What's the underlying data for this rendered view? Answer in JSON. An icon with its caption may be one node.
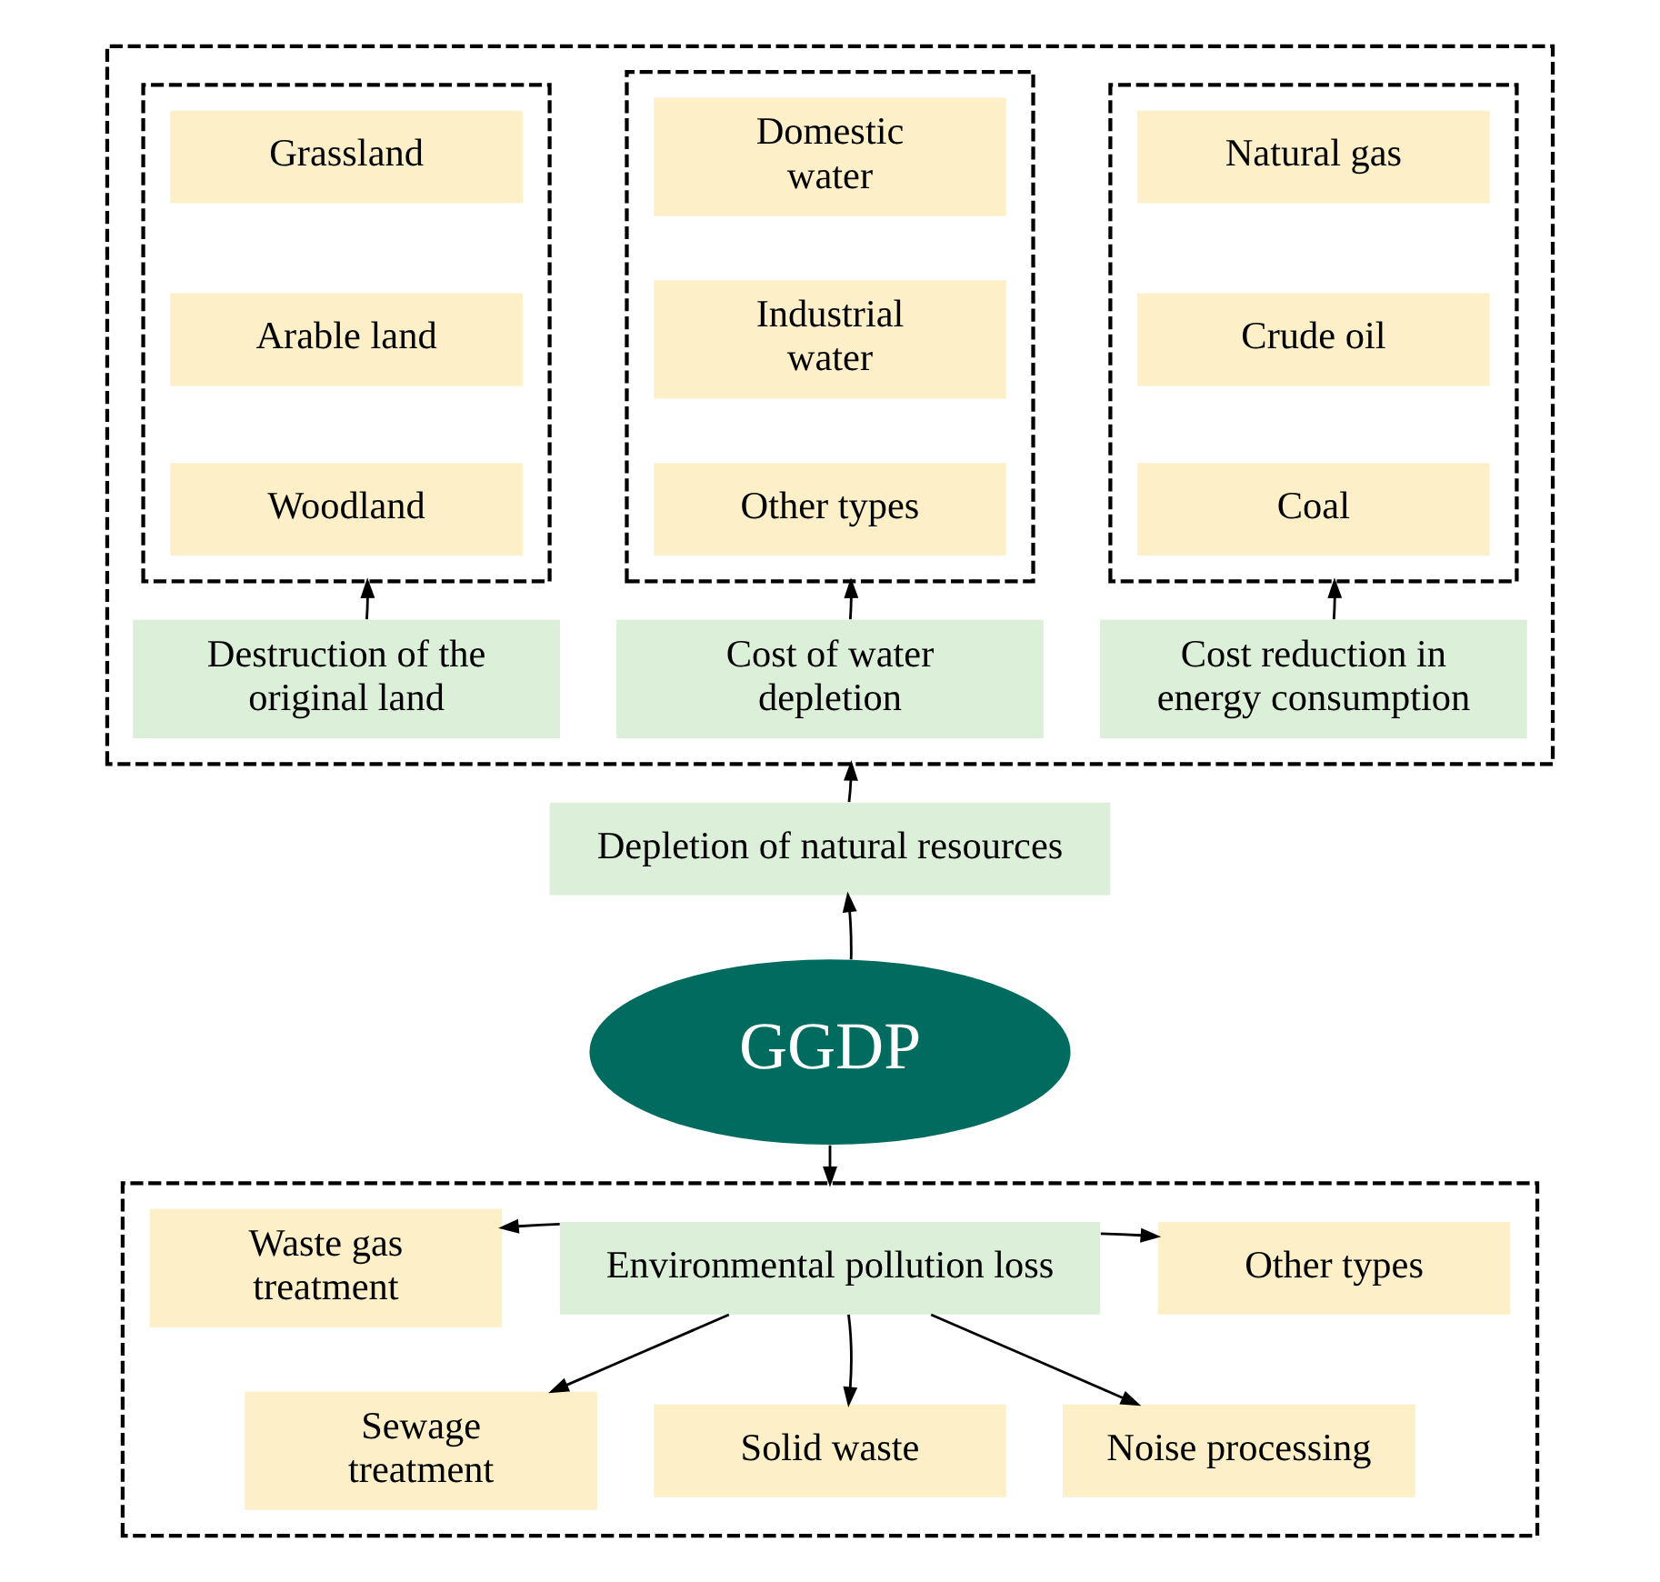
{
  "diagram": {
    "nodes": [
      {
        "text": [],
        "shape": "box"
      },
      {
        "text": [],
        "shape": "box",
        "in": 0
      },
      {
        "text": [
          "Grassland"
        ],
        "in": 1
      },
      {
        "text": [
          "Arable land"
        ],
        "in": 1
      },
      {
        "text": [
          "Woodland"
        ],
        "in": 1
      },
      {
        "text": [],
        "shape": "box",
        "in": 0
      },
      {
        "text": [
          "Domestic water"
        ],
        "in": 5
      },
      {
        "text": [
          "Industrial water"
        ],
        "in": 5
      },
      {
        "text": [
          "Other types"
        ],
        "in": 5
      },
      {
        "text": [],
        "shape": "box",
        "in": 0
      },
      {
        "text": [
          "Natural gas"
        ],
        "in": 9
      },
      {
        "text": [
          "Crude oil"
        ],
        "in": 9
      },
      {
        "text": [
          "Coal"
        ],
        "in": 9
      },
      {
        "text": [
          "Destruction of the original land"
        ],
        "in": 0
      },
      {
        "text": [
          "Cost of water depletion"
        ],
        "in": 0
      },
      {
        "text": [
          "Cost reduction in energy consumption"
        ],
        "in": 0
      },
      {
        "text": [
          "Depletion of natural resources"
        ]
      },
      {
        "text": [
          "GGDP"
        ]
      },
      {
        "text": [],
        "shape": "box"
      },
      {
        "text": [
          "Environmental pollution loss"
        ],
        "in": 18
      },
      {
        "text": [
          "Waste gas treatment"
        ],
        "in": 18
      },
      {
        "text": [
          "Other types"
        ],
        "in": 18
      },
      {
        "text": [
          "Sewage treatment"
        ],
        "in": 18
      },
      {
        "text": [
          "Solid waste"
        ],
        "in": 18
      },
      {
        "text": [
          "Noise processing"
        ],
        "in": 18
      }
    ],
    "edges": [
      {
        "from": 13,
        "to": 1,
        "arrow": "to"
      },
      {
        "from": 14,
        "to": 5,
        "arrow": "to"
      },
      {
        "from": 15,
        "to": 9,
        "arrow": "to"
      },
      {
        "from": 16,
        "to": 0,
        "arrow": "to"
      },
      {
        "from": 17,
        "to": 16,
        "arrow": "to"
      },
      {
        "from": 17,
        "to": 18,
        "arrow": "to"
      },
      {
        "from": 19,
        "to": 20,
        "arrow": "to"
      },
      {
        "from": 19,
        "to": 21,
        "arrow": "to"
      },
      {
        "from": 19,
        "to": 22,
        "arrow": "to"
      },
      {
        "from": 19,
        "to": 23,
        "arrow": "to"
      },
      {
        "from": 19,
        "to": 24,
        "arrow": "to"
      }
    ]
  }
}
